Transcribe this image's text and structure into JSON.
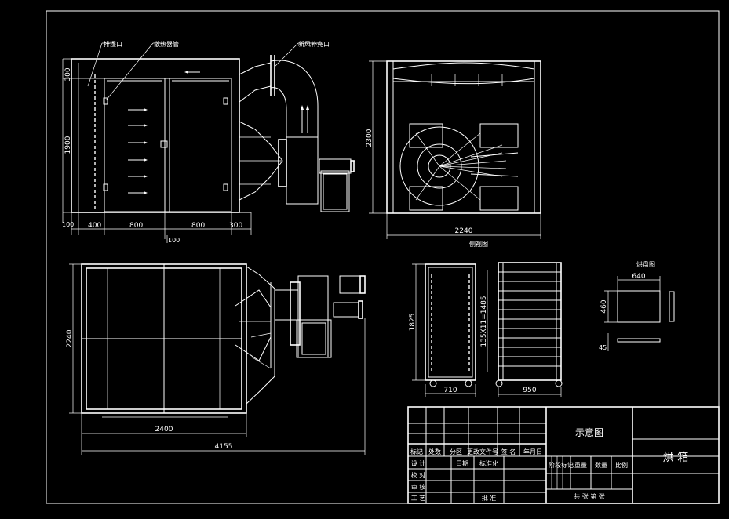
{
  "callouts": {
    "exhaust_port": "排湿口",
    "heating_pipe": "散热器管",
    "fresh_air_inlet": "新风补充口"
  },
  "front_view": {
    "dim_300_top": "300",
    "dim_1900": "1900",
    "dim_100_left": "100",
    "dim_400": "400",
    "dim_800_a": "800",
    "dim_800_b": "800",
    "dim_300_right": "300",
    "dim_100_bottom": "100"
  },
  "side_view": {
    "dim_2300": "2300",
    "dim_2240": "2240",
    "caption": "侧视图"
  },
  "plan_view": {
    "dim_2240": "2240",
    "dim_2400": "2400",
    "dim_4155": "4155"
  },
  "cart_view": {
    "dim_1825": "1825",
    "dim_shelves": "135X11=1485",
    "dim_710": "710",
    "dim_950": "950"
  },
  "tray_view": {
    "caption": "烘盘图",
    "dim_640": "640",
    "dim_460": "460",
    "dim_45": "45"
  },
  "title_block": {
    "drawing_name": "示意图",
    "product_name": "烘  箱",
    "row_labels": [
      "标记",
      "处数",
      "分区",
      "更改文件号",
      "签 名",
      "年月日"
    ],
    "design": "设 计",
    "date": "日期",
    "standardize": "标准化",
    "check": "校 对",
    "review": "审 核",
    "process": "工 艺",
    "approve": "批 准",
    "stage_mark": "阶段标记",
    "weight": "重量",
    "qty": "数量",
    "scale": "比例",
    "sheets": "共   张   第   张"
  }
}
